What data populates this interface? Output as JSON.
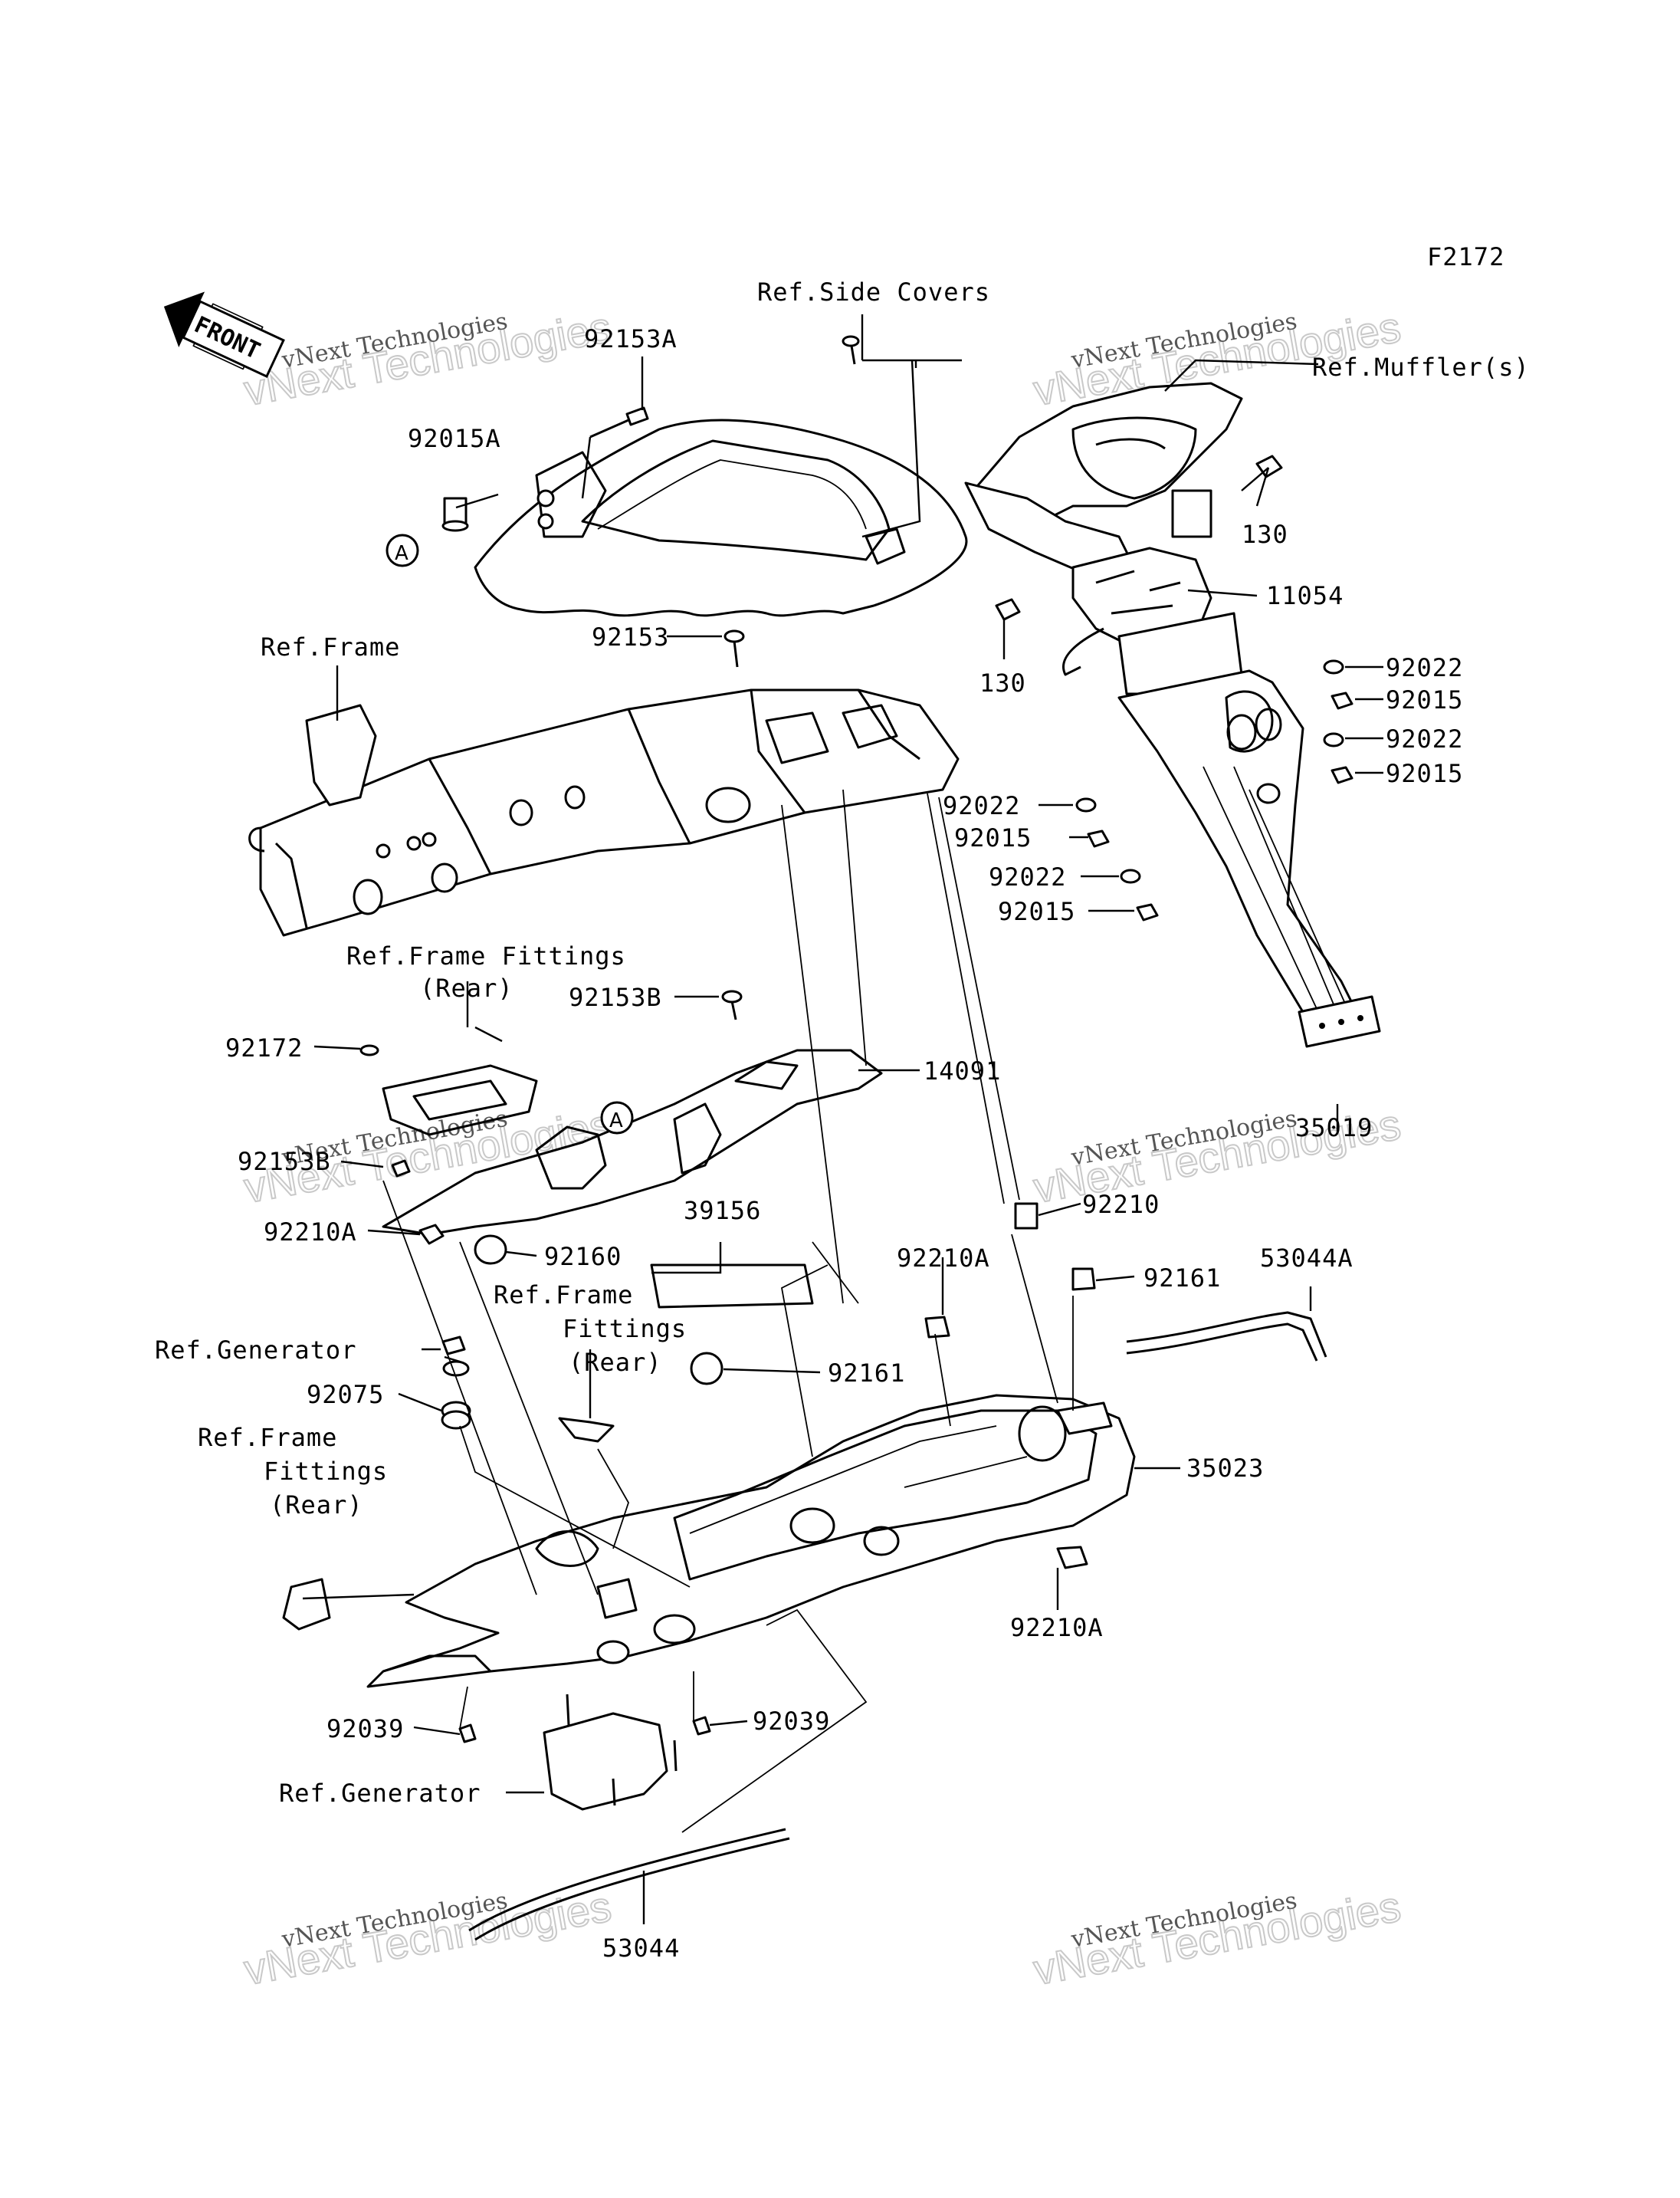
{
  "figure_code": "F2172",
  "front_label": "FRONT",
  "ref_label": "A",
  "watermark": {
    "line1": "vNext Technologies",
    "line2": "vNext Technologies"
  },
  "labels": {
    "ref_side_covers": "Ref.Side Covers",
    "p92153A": "92153A",
    "p92015A": "92015A",
    "ref_muffler": "Ref.Muffler(s)",
    "p130a": "130",
    "p11054": "11054",
    "p130b": "130",
    "p92153": "92153",
    "ref_frame": "Ref.Frame",
    "p92022a": "92022",
    "p92015a": "92015",
    "p92022b": "92022",
    "p92015b": "92015",
    "p92022c": "92022",
    "p92015c": "92015",
    "p92022d": "92022",
    "p92015d": "92015",
    "ref_frame_fittings_1a": "Ref.Frame Fittings",
    "ref_frame_fittings_1b": "(Rear)",
    "p92153B_a": "92153B",
    "p92172": "92172",
    "p14091": "14091",
    "p35019": "35019",
    "p92153B_b": "92153B",
    "p92210": "92210",
    "p92210A_a": "92210A",
    "p92160": "92160",
    "p39156": "39156",
    "ref_frame_fittings_2a": "Ref.Frame",
    "ref_frame_fittings_2b": "Fittings",
    "ref_frame_fittings_2c": "(Rear)",
    "p92210A_b": "92210A",
    "p92161a": "92161",
    "p53044A": "53044A",
    "ref_generator_1": "Ref.Generator",
    "p92161b": "92161",
    "p92075": "92075",
    "ref_frame_fittings_3a": "Ref.Frame",
    "ref_frame_fittings_3b": "Fittings",
    "ref_frame_fittings_3c": "(Rear)",
    "p35023": "35023",
    "p92210A_c": "92210A",
    "p92039a": "92039",
    "p92039b": "92039",
    "ref_generator_2": "Ref.Generator",
    "p53044": "53044"
  }
}
